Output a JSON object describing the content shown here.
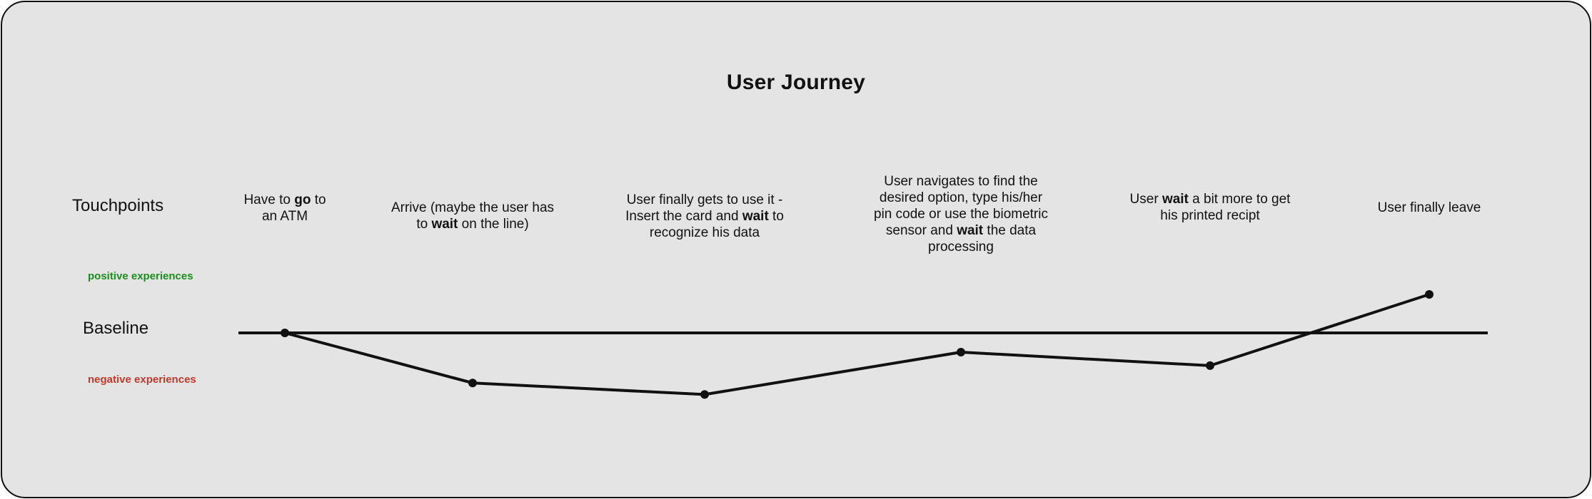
{
  "title": "User Journey",
  "labels": {
    "touchpoints": "Touchpoints",
    "baseline": "Baseline",
    "positive": "positive experiences",
    "negative": "negative experiences"
  },
  "colors": {
    "background": "#e4e4e4",
    "line": "#111111",
    "positive": "#1a8f1a",
    "negative": "#c0392b"
  },
  "touchpoints": [
    {
      "id": "go-to-atm",
      "parts": [
        [
          "Have to ",
          false
        ],
        [
          "go",
          true
        ],
        [
          " to",
          false
        ],
        [
          "\n",
          false
        ],
        [
          "an ATM",
          false
        ]
      ]
    },
    {
      "id": "arrive",
      "parts": [
        [
          "Arrive (maybe the user has",
          false
        ],
        [
          "\n",
          false
        ],
        [
          "to ",
          false
        ],
        [
          "wait",
          true
        ],
        [
          " on the line)",
          false
        ]
      ]
    },
    {
      "id": "use-it",
      "parts": [
        [
          "User finally gets to use it -",
          false
        ],
        [
          "\n",
          false
        ],
        [
          "Insert the card and ",
          false
        ],
        [
          "wait",
          true
        ],
        [
          " to",
          false
        ],
        [
          "\n",
          false
        ],
        [
          "recognize his data",
          false
        ]
      ]
    },
    {
      "id": "navigate",
      "parts": [
        [
          "User navigates to find the",
          false
        ],
        [
          "\n",
          false
        ],
        [
          "desired option, type his/her",
          false
        ],
        [
          "\n",
          false
        ],
        [
          "pin code or use the biometric",
          false
        ],
        [
          "\n",
          false
        ],
        [
          "sensor and ",
          false
        ],
        [
          "wait",
          true
        ],
        [
          " the data",
          false
        ],
        [
          "\n",
          false
        ],
        [
          "processing",
          false
        ]
      ]
    },
    {
      "id": "receipt",
      "parts": [
        [
          "User ",
          false
        ],
        [
          "wait",
          true
        ],
        [
          " a bit more to get",
          false
        ],
        [
          "\n",
          false
        ],
        [
          "his printed recipt",
          false
        ]
      ]
    },
    {
      "id": "leave",
      "parts": [
        [
          "User finally leave",
          false
        ]
      ]
    }
  ],
  "chart_data": {
    "type": "line",
    "x": [
      "Have to go to an ATM",
      "Arrive (maybe the user has to wait on the line)",
      "User finally gets to use it - Insert the card and wait to recognize his data",
      "User navigates to find the desired option, type his/her pin code or use the biometric sensor and wait the data processing",
      "User wait a bit more to get his printed recipt",
      "User finally leave"
    ],
    "values": [
      0,
      -2.6,
      -3.2,
      -1.0,
      -1.7,
      2.0
    ],
    "baseline": 0,
    "ylim": [
      -4,
      4
    ],
    "grid": false
  }
}
